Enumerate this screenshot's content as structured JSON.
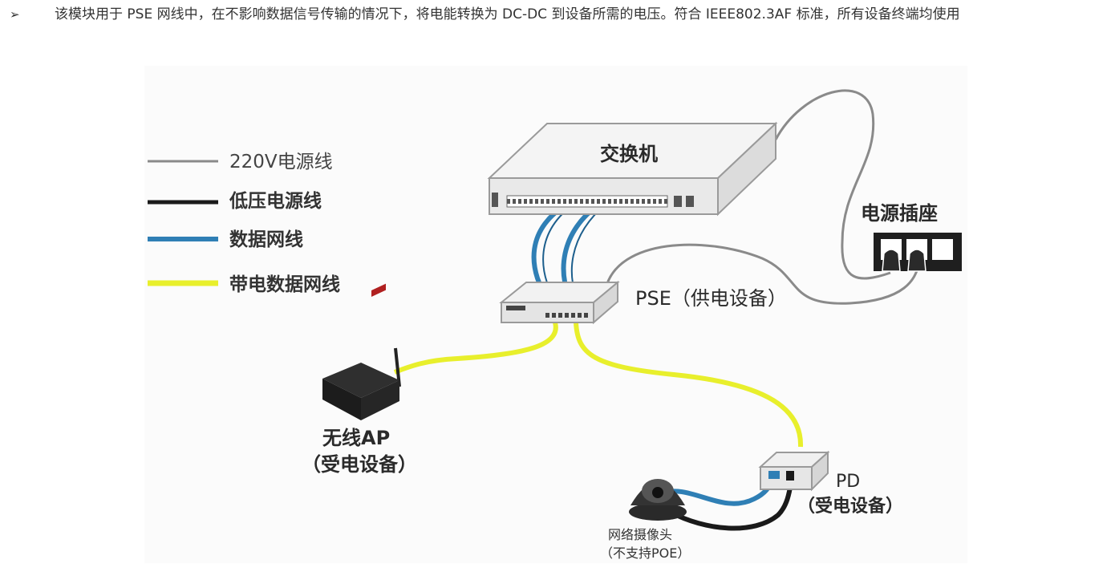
{
  "paragraph": {
    "bullet": "➢",
    "text": "该模块用于 PSE 网线中，在不影响数据信号传输的情况下，将电能转换为 DC-DC 到设备所需的电压。符合 IEEE802.3AF 标准，所有设备终端均使用"
  },
  "diagram": {
    "legend": [
      {
        "label": "220V电源线",
        "color": "#8a8a8a"
      },
      {
        "label": "低压电源线",
        "color": "#1a1a1a"
      },
      {
        "label": "数据网线",
        "color": "#2f7fb5"
      },
      {
        "label": "带电数据网线",
        "color": "#e8ef2c"
      }
    ],
    "nodes": {
      "switch_label": "交换机",
      "power_socket_label": "电源插座",
      "pse_label": "PSE（供电设备）",
      "ap_label_line1": "无线AP",
      "ap_label_line2": "（受电设备）",
      "pd_label_line1": "PD",
      "pd_label_line2": "（受电设备）",
      "camera_label_line1": "网络摄像头",
      "camera_label_line2": "（不支持POE）"
    }
  }
}
